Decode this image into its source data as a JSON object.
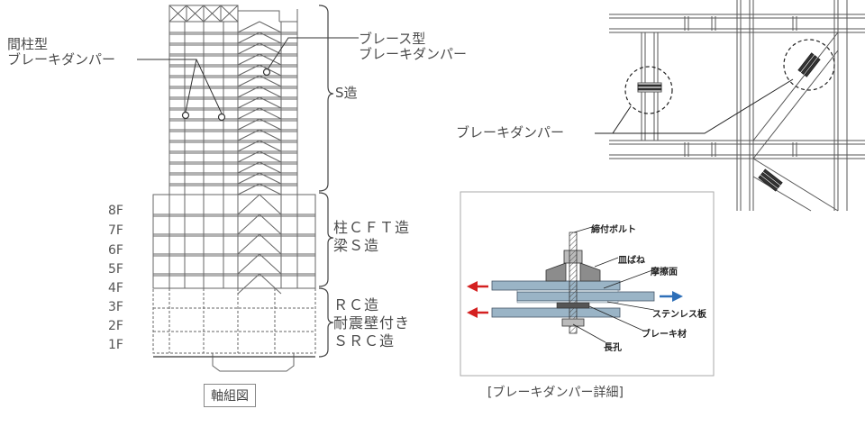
{
  "left_diagram": {
    "labels": {
      "column_damper": [
        "間柱型",
        "ブレーキダンパー"
      ],
      "brace_damper": [
        "ブレース型",
        "ブレーキダンパー"
      ],
      "s_structure": "S造",
      "cft": [
        "柱ＣＦＴ造",
        "梁Ｓ造"
      ],
      "rc": [
        "ＲＣ造",
        "耐震壁付き",
        "ＳＲＣ造"
      ]
    },
    "floors": [
      "8F",
      "7F",
      "6F",
      "5F",
      "4F",
      "3F",
      "2F",
      "1F"
    ],
    "caption": "軸組図"
  },
  "right_diagram": {
    "label": "ブレーキダンパー"
  },
  "detail": {
    "labels": {
      "bolt": "締付ボルト",
      "disc_spring": "皿ばね",
      "friction_surface": "摩擦面",
      "stainless_plate": "ステンレス板",
      "brake_material": "ブレーキ材",
      "slot_hole": "長孔"
    },
    "caption": "[ブレーキダンパー詳細]",
    "colors": {
      "force_left": "#d42020",
      "force_right": "#2e6fb8",
      "plate": "#9ab4c6",
      "washer": "#8c8c8c"
    }
  }
}
